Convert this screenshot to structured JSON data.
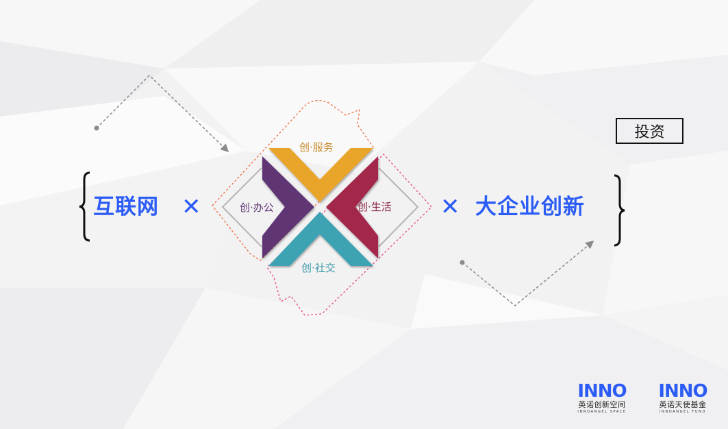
{
  "left_group": {
    "term": "互联网",
    "times_symbol": "✕"
  },
  "right_group": {
    "times_symbol": "✕",
    "term": "大企业创新"
  },
  "invest_label": "投资",
  "center_x": {
    "top": {
      "label": "创·服务",
      "color": "#e9a42c"
    },
    "left": {
      "label": "创·办公",
      "color": "#5e3573"
    },
    "right": {
      "label": "创·生活",
      "color": "#a3264b"
    },
    "bottom": {
      "label": "创·社交",
      "color": "#3ea2b1"
    }
  },
  "colors": {
    "accent_blue": "#2b5cf5",
    "dashed_orange": "#f06a3a",
    "dashed_pink": "#e64a86",
    "arrow_gray": "#8a8a8a"
  },
  "logos": [
    {
      "mark": "INNO",
      "cn": "英诺创新空间",
      "en": "INNOANGEL SPACE"
    },
    {
      "mark": "INNO",
      "cn": "英诺天使基金",
      "en": "INNOANGEL FUND"
    }
  ]
}
